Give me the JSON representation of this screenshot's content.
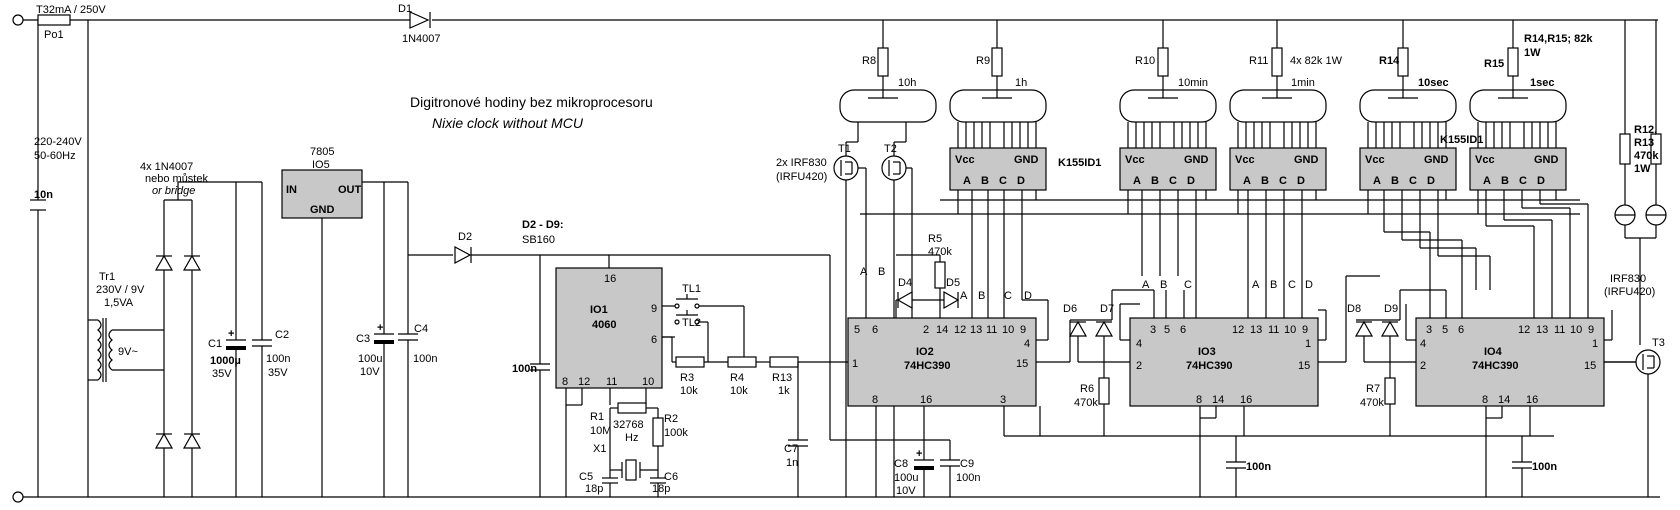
{
  "title": "Digitronové hodiny bez mikroprocesoru",
  "subtitle": "Nixie clock without MCU",
  "power": {
    "fuse": "T32mA / 250V",
    "fuse_ref": "Po1",
    "mains": "220-240V",
    "mains_freq": "50-60Hz",
    "cap_in": "10n",
    "diode_main": "D1",
    "diode_main_type": "1N4007",
    "bridge_1": "4x 1N4007",
    "bridge_2": "nebo můstek",
    "bridge_3": "or bridge",
    "tr_ref": "Tr1",
    "tr_rating": "230V / 9V",
    "tr_va": "1,5VA",
    "tr_out": "9V~",
    "c1": "C1",
    "c1_val": "1000µ",
    "c1_v": "35V",
    "c2": "C2",
    "c2_val": "100n",
    "c2_v": "35V",
    "reg_ref": "IO5",
    "reg_type": "7805",
    "reg_in": "IN",
    "reg_out": "OUT",
    "reg_gnd": "GND",
    "c3": "C3",
    "c3_val": "100u",
    "c3_v": "10V",
    "c4": "C4",
    "c4_val": "100n",
    "d2": "D2",
    "d_note": "D2 - D9:",
    "d_type": "SB160"
  },
  "osc": {
    "io1": "IO1",
    "io1_type": "4060",
    "pin16": "16",
    "pin9": "9",
    "pin6": "6",
    "pin8": "8",
    "pin12": "12",
    "pin11": "11",
    "pin10": "10",
    "tl1": "TL1",
    "tl2": "TL2",
    "cap_100n": "100n",
    "r1": "R1",
    "r1_val": "10M",
    "r2": "R2",
    "r2_val": "100k",
    "x1": "X1",
    "x1_f": "32768",
    "x1_u": "Hz",
    "c5": "C5",
    "c5_val": "18p",
    "c6": "C6",
    "c6_val": "18p",
    "r3": "R3",
    "r3_val": "10k",
    "r4": "R4",
    "r4_val": "10k",
    "r13": "R13",
    "r13_val": "1k",
    "c7": "C7",
    "c7_val": "1n"
  },
  "tubes": [
    {
      "r": "R8",
      "label": "10h"
    },
    {
      "r": "R9",
      "label": "1h"
    },
    {
      "r": "R10",
      "label": "10min"
    },
    {
      "r": "R11",
      "label": "1min",
      "note": "4x 82k 1W"
    },
    {
      "r": "R14",
      "label": "10sec"
    },
    {
      "r": "R15",
      "label": "1sec",
      "note": "R14,R15; 82k",
      "note2": "1W"
    }
  ],
  "drivers": {
    "type": "K155ID1",
    "vcc": "Vcc",
    "gnd": "GND",
    "pins": [
      "A",
      "B",
      "C",
      "D"
    ]
  },
  "mosfet": {
    "t1": "T1",
    "t2": "T2",
    "note1": "2x IRF830",
    "note2": "(IRFU420)",
    "t3": "T3",
    "t3_note1": "IRF830",
    "t3_note2": "(IRFU420)"
  },
  "neon": {
    "r": "R12,",
    "r2": "R13",
    "val": "470k",
    "w": "1W"
  },
  "counters": [
    {
      "ref": "IO2",
      "type": "74HC390"
    },
    {
      "ref": "IO3",
      "type": "74HC390"
    },
    {
      "ref": "IO4",
      "type": "74HC390"
    }
  ],
  "logic": {
    "r5": "R5",
    "r5_val": "470k",
    "d4": "D4",
    "d5": "D5",
    "d6": "D6",
    "d7": "D7",
    "d8": "D8",
    "d9": "D9",
    "r6": "R6",
    "r6_val": "470k",
    "r7": "R7",
    "r7_val": "470k",
    "c8": "C8",
    "c8_val": "100u",
    "c8_v": "10V",
    "c9": "C9",
    "c9_val": "100n",
    "c_dec1": "100n",
    "c_dec2": "100n"
  },
  "pinnums": {
    "p1": "1",
    "p2": "2",
    "p3": "3",
    "p4": "4",
    "p5": "5",
    "p6": "6",
    "p8": "8",
    "p9": "9",
    "p10": "10",
    "p11": "11",
    "p12": "12",
    "p13": "13",
    "p14": "14",
    "p15": "15",
    "p16": "16",
    "A": "A",
    "B": "B",
    "C": "C",
    "D": "D"
  }
}
